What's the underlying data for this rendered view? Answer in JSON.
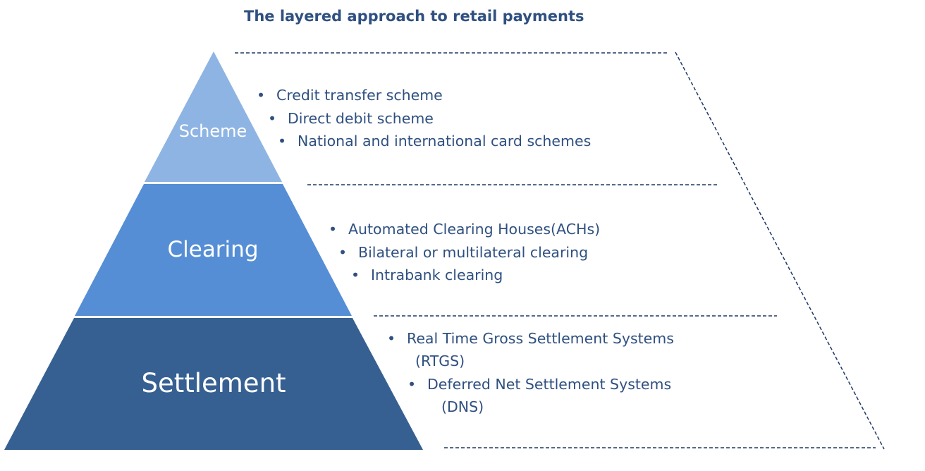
{
  "title": "The layered approach to retail payments",
  "colors": {
    "scheme": "#8eb4e3",
    "clearing": "#558ed5",
    "settlement": "#376092",
    "text": "#2f5080",
    "dash": "#1f3864"
  },
  "layers": [
    {
      "label": "Scheme",
      "items": [
        "Credit transfer scheme",
        "Direct debit scheme",
        "National and international card schemes"
      ]
    },
    {
      "label": "Clearing",
      "items": [
        "Automated Clearing Houses(ACHs)",
        "Bilateral or multilateral clearing",
        "Intrabank clearing"
      ]
    },
    {
      "label": "Settlement",
      "items": [
        "Real Time Gross Settlement Systems",
        "(RTGS)",
        "Deferred Net Settlement Systems",
        "(DNS)"
      ]
    }
  ]
}
